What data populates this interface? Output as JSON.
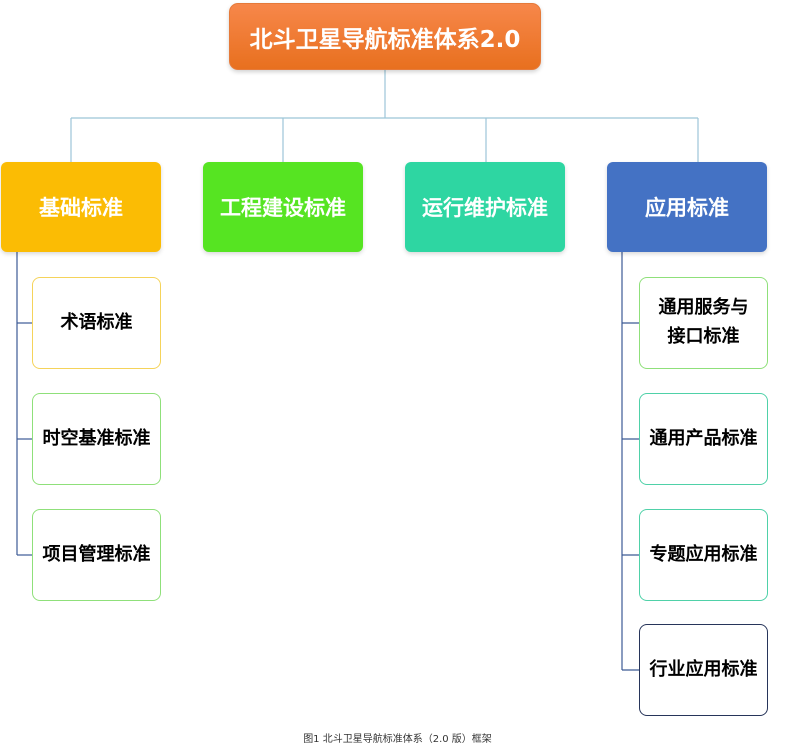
{
  "diagram": {
    "root": "北斗卫星导航标准体系2.0",
    "categories": [
      {
        "label": "基础标准",
        "color": "#fbbc04",
        "children": [
          "术语标准",
          "时空基准标准",
          "项目管理标准"
        ]
      },
      {
        "label": "工程建设标准",
        "color": "#56e422",
        "children": []
      },
      {
        "label": "运行维护标准",
        "color": "#2ed6a2",
        "children": []
      },
      {
        "label": "应用标准",
        "color": "#4472c4",
        "children": [
          "通用服务与接口标准",
          "通用产品标准",
          "专题应用标准",
          "行业应用标准"
        ]
      }
    ],
    "caption": "图1 北斗卫星导航标准体系（2.0 版）框架"
  }
}
